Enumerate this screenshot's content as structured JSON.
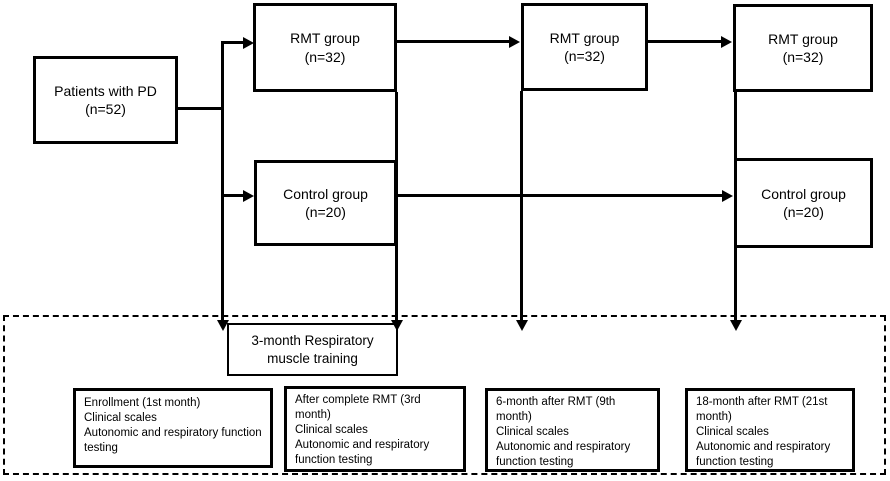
{
  "figure": {
    "type": "study-design-flowchart",
    "colors": {
      "line": "#000000",
      "background": "#ffffff",
      "text": "#000000"
    }
  },
  "nodes": {
    "patients": {
      "label": "Patients with PD",
      "n": "(n=52)"
    },
    "rmt_t1": {
      "label": "RMT group",
      "n": "(n=32)"
    },
    "rmt_t2": {
      "label": "RMT group",
      "n": "(n=32)"
    },
    "rmt_t3": {
      "label": "RMT group",
      "n": "(n=32)"
    },
    "control_t1": {
      "label": "Control group",
      "n": "(n=20)"
    },
    "control_t2": {
      "label": "Control group",
      "n": "(n=20)"
    },
    "intervention": {
      "label": "3-month Respiratory muscle training"
    }
  },
  "assessments": [
    {
      "title": "Enrollment (1st month)",
      "items": [
        "Clinical scales",
        "Autonomic and respiratory function testing"
      ]
    },
    {
      "title": "After complete RMT (3rd month)",
      "items": [
        "Clinical scales",
        "Autonomic and respiratory function testing"
      ]
    },
    {
      "title": "6-month after RMT (9th month)",
      "items": [
        "Clinical scales",
        "Autonomic and respiratory function testing"
      ]
    },
    {
      "title": "18-month after RMT (21st month)",
      "items": [
        "Clinical scales",
        "Autonomic and respiratory function testing"
      ]
    }
  ]
}
